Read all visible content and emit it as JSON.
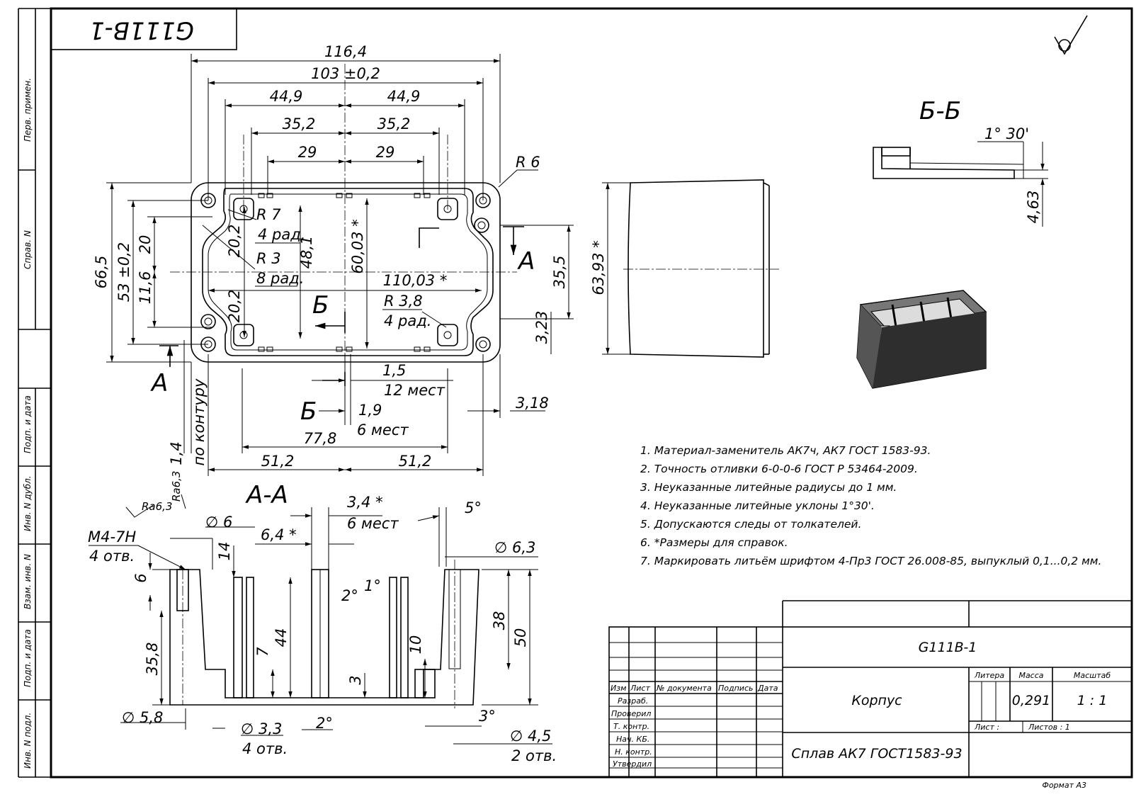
{
  "stamp_code": "G111B-1",
  "side_labels": [
    "Перв. примен.",
    "Справ. N",
    "Подп. и дата",
    "Инв. N дубл.",
    "Взам. инв. N",
    "Подп. и дата",
    "Инв. N подл."
  ],
  "title_block": {
    "designation": "G111B-1",
    "name": "Корпус",
    "material": "Сплав АК7 ГОСТ1583-93",
    "litera_label": "Литера",
    "mass_label": "Масса",
    "scale_label": "Масштаб",
    "mass": "0,291",
    "scale": "1 : 1",
    "sheet_label": "Лист :",
    "sheets_label": "Листов : 1",
    "cols": [
      "Изм",
      "Лист",
      "№ документа",
      "Подпись",
      "Дата"
    ],
    "rows": [
      "Разраб.",
      "Проверил",
      "Т. контр.",
      "Нач. КБ.",
      "Н. контр.",
      "Утвердил"
    ],
    "format": "Формат А3"
  },
  "notes": [
    "1. Материал-заменитель АК7ч, АК7 ГОСТ 1583-93.",
    "2. Точность отливки 6-0-0-6 ГОСТ Р 53464-2009.",
    "3. Неуказанные литейные радиусы до 1 мм.",
    "4. Неуказанные литейные уклоны 1°30'.",
    "5. Допускаются следы от толкателей.",
    "6. *Размеры для справок.",
    "7. Маркировать литьём шрифтом 4-Пр3 ГОСТ 26.008-85, выпуклый 0,1...0,2 мм."
  ],
  "views": {
    "section_aa": "А-А",
    "section_bb": "Б-Б",
    "letter_a": "А",
    "letter_b": "Б"
  },
  "top_dims": {
    "d116": "116,4",
    "d103": "103 ±0,2",
    "d449": "44,9",
    "d352": "35,2",
    "d29": "29",
    "r6": "R 6",
    "r7": "R 7",
    "r7n": "4 рад.",
    "r3": "R 3",
    "r3n": "8 рад.",
    "r38": "R 3,8",
    "r38n": "4 рад.",
    "d665": "66,5",
    "d53": "53 ±0,2",
    "d20": "20",
    "d116b": "11,6",
    "d202": "20,2",
    "d481": "48,1",
    "d6003": "60,03 *",
    "d11003": "110,03 *",
    "d355": "35,5",
    "d323": "3,23",
    "d15": "1,5",
    "d15n": "12 мест",
    "d19": "1,9",
    "d19n": "6 мест",
    "d318": "3,18",
    "d778": "77,8",
    "d512": "51,2",
    "d14": "1,4",
    "contour": "по контуру"
  },
  "side_dims": {
    "d6393": "63,93 *"
  },
  "bb_dims": {
    "angle": "1° 30'",
    "d463": "4,63"
  },
  "aa_dims": {
    "ra1": "Ra6,3",
    "ra2": "Ra6,3",
    "m4": "M4-7H",
    "m4n": "4 отв.",
    "phi6": "∅ 6",
    "d64": "6,4 *",
    "d34": "3,4 *",
    "d34n": "6 мест",
    "a5": "5°",
    "phi63": "∅ 6,3",
    "d14": "14",
    "d6": "6",
    "d358": "35,8",
    "d7": "7",
    "d44": "44",
    "a2": "2°",
    "a1": "1°",
    "d10": "10",
    "d3": "3",
    "d38": "38",
    "d50": "50",
    "phi58": "∅ 5,8",
    "phi33": "∅ 3,3",
    "phi33n": "4 отв.",
    "a2b": "2°",
    "a3": "3°",
    "phi45": "∅ 4,5",
    "phi45n": "2 отв."
  }
}
